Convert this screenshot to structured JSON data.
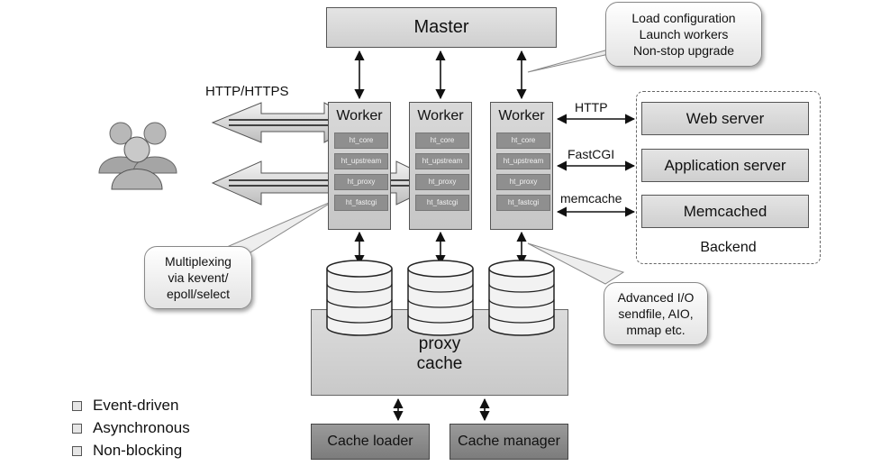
{
  "master": "Master",
  "workers": [
    {
      "title": "Worker",
      "modules": [
        "ht_core",
        "ht_upstream",
        "ht_proxy",
        "ht_fastcgi"
      ]
    },
    {
      "title": "Worker",
      "modules": [
        "ht_core",
        "ht_upstream",
        "ht_proxy",
        "ht_fastcgi"
      ]
    },
    {
      "title": "Worker",
      "modules": [
        "ht_core",
        "ht_upstream",
        "ht_proxy",
        "ht_fastcgi"
      ]
    }
  ],
  "callouts": {
    "master_note": [
      "Load configuration",
      "Launch workers",
      "Non-stop upgrade"
    ],
    "multiplex_note": [
      "Multiplexing",
      "via kevent/",
      "epoll/select"
    ],
    "io_note": [
      "Advanced I/O",
      "sendfile, AIO,",
      "mmap etc."
    ]
  },
  "protocols": {
    "http_https": "HTTP/HTTPS",
    "http": "HTTP",
    "fastcgi": "FastCGI",
    "memcache": "memcache"
  },
  "backend": {
    "items": [
      "Web server",
      "Application server",
      "Memcached"
    ],
    "label": "Backend"
  },
  "cache": {
    "line1": "proxy",
    "line2": "cache"
  },
  "cache_loader": "Cache loader",
  "cache_manager": "Cache manager",
  "legend": [
    "Event-driven",
    "Asynchronous",
    "Non-blocking"
  ]
}
